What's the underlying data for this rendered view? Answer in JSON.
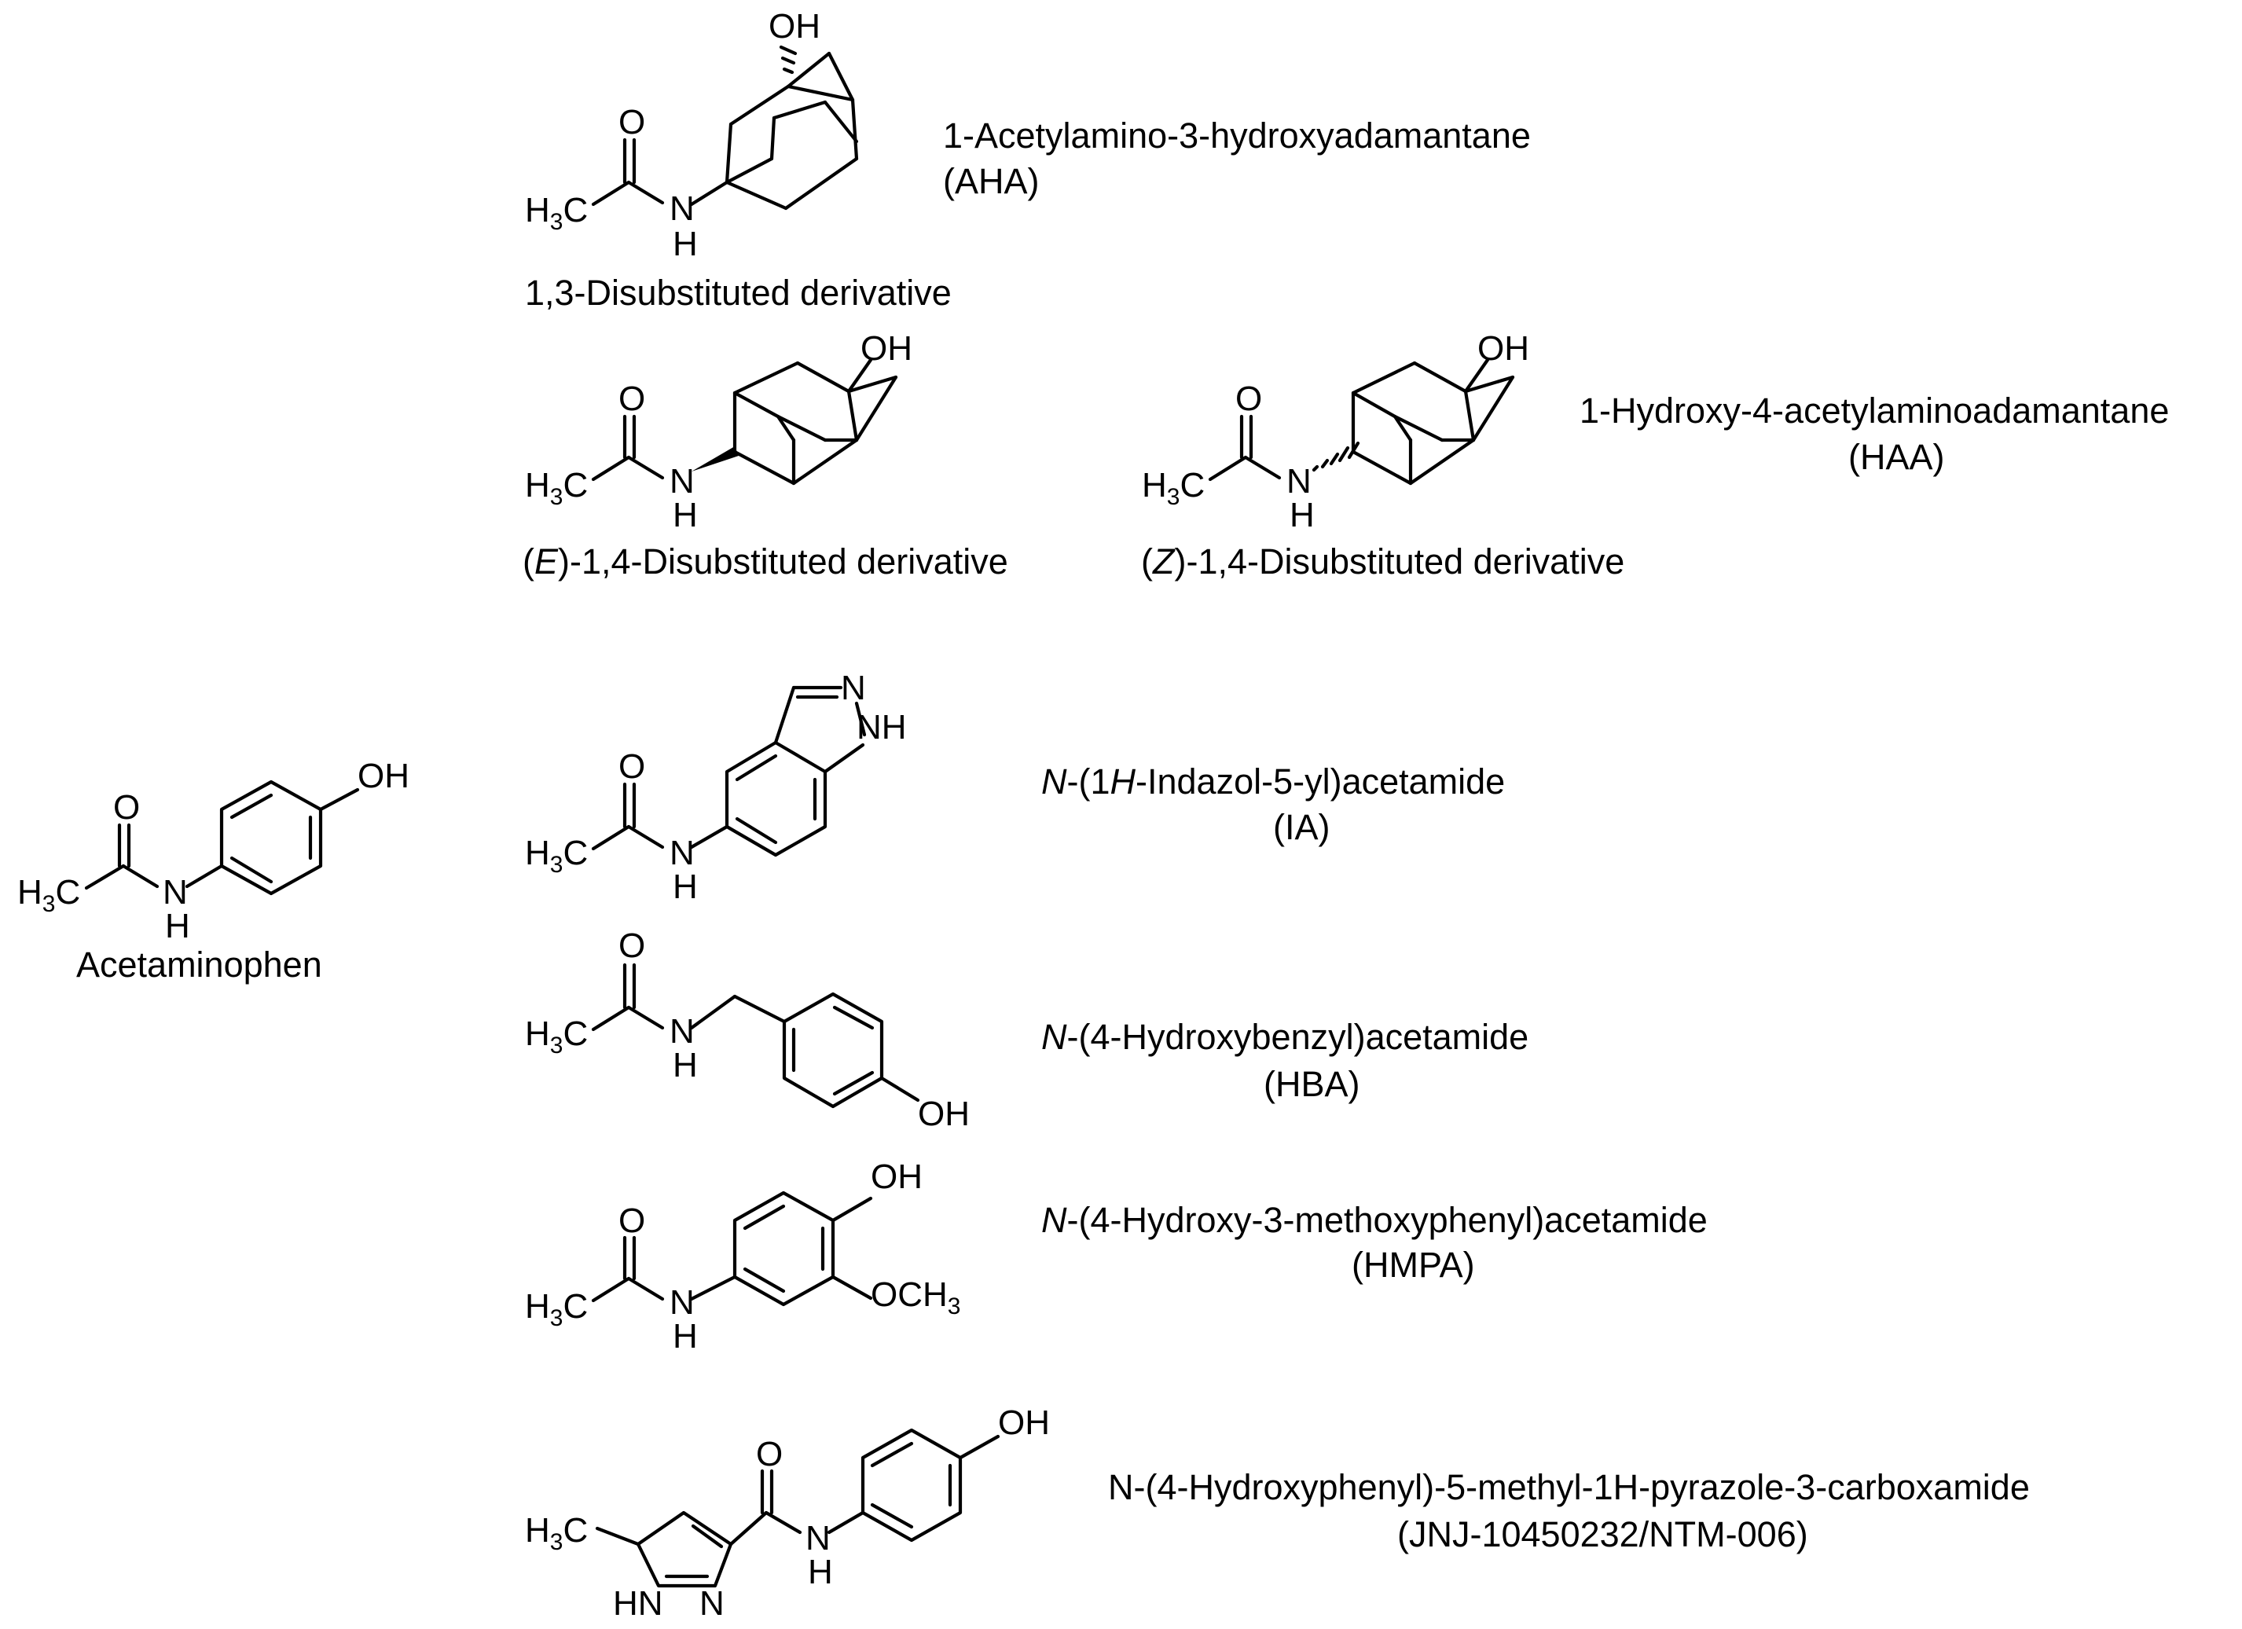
{
  "figure": {
    "compounds": [
      {
        "key": "aha",
        "name": "1-Acetylamino-3-hydroxyadamantane",
        "abbr": "(AHA)",
        "caption": "1,3-Disubstituted derivative"
      },
      {
        "key": "haa_e",
        "caption_prefix": "(",
        "caption_italic": "E",
        "caption_suffix": ")-1,4-Disubstituted derivative"
      },
      {
        "key": "haa_z",
        "caption_prefix": "(",
        "caption_italic": "Z",
        "caption_suffix": ")-1,4-Disubstituted derivative"
      },
      {
        "key": "haa",
        "name": "1-Hydroxy-4-acetylaminoadamantane",
        "abbr": "(HAA)"
      },
      {
        "key": "acetaminophen",
        "caption": "Acetaminophen"
      },
      {
        "key": "ia",
        "name_italic": "N",
        "name_rest_a": "-(1",
        "name_italic_2": "H",
        "name_rest_b": "-Indazol-5-yl)acetamide",
        "abbr": "(IA)"
      },
      {
        "key": "hba",
        "name_italic": "N",
        "name_rest": "-(4-Hydroxybenzyl)acetamide",
        "abbr": "(HBA)"
      },
      {
        "key": "hmpa",
        "name_italic": "N",
        "name_rest": "-(4-Hydroxy-3-methoxyphenyl)acetamide",
        "abbr": "(HMPA)"
      },
      {
        "key": "jnj",
        "name": "N-(4-Hydroxyphenyl)-5-methyl-1H-pyrazole-3-carboxamide",
        "abbr": "(JNJ-10450232/NTM-006)"
      }
    ],
    "atoms": {
      "O": "O",
      "OH": "OH",
      "N": "N",
      "H": "H",
      "NH": "NH",
      "HN": "HN",
      "H3C_H": "H",
      "H3C_3": "3",
      "H3C_C": "C",
      "OCH3_main": "OCH",
      "OCH3_sub": "3"
    }
  }
}
